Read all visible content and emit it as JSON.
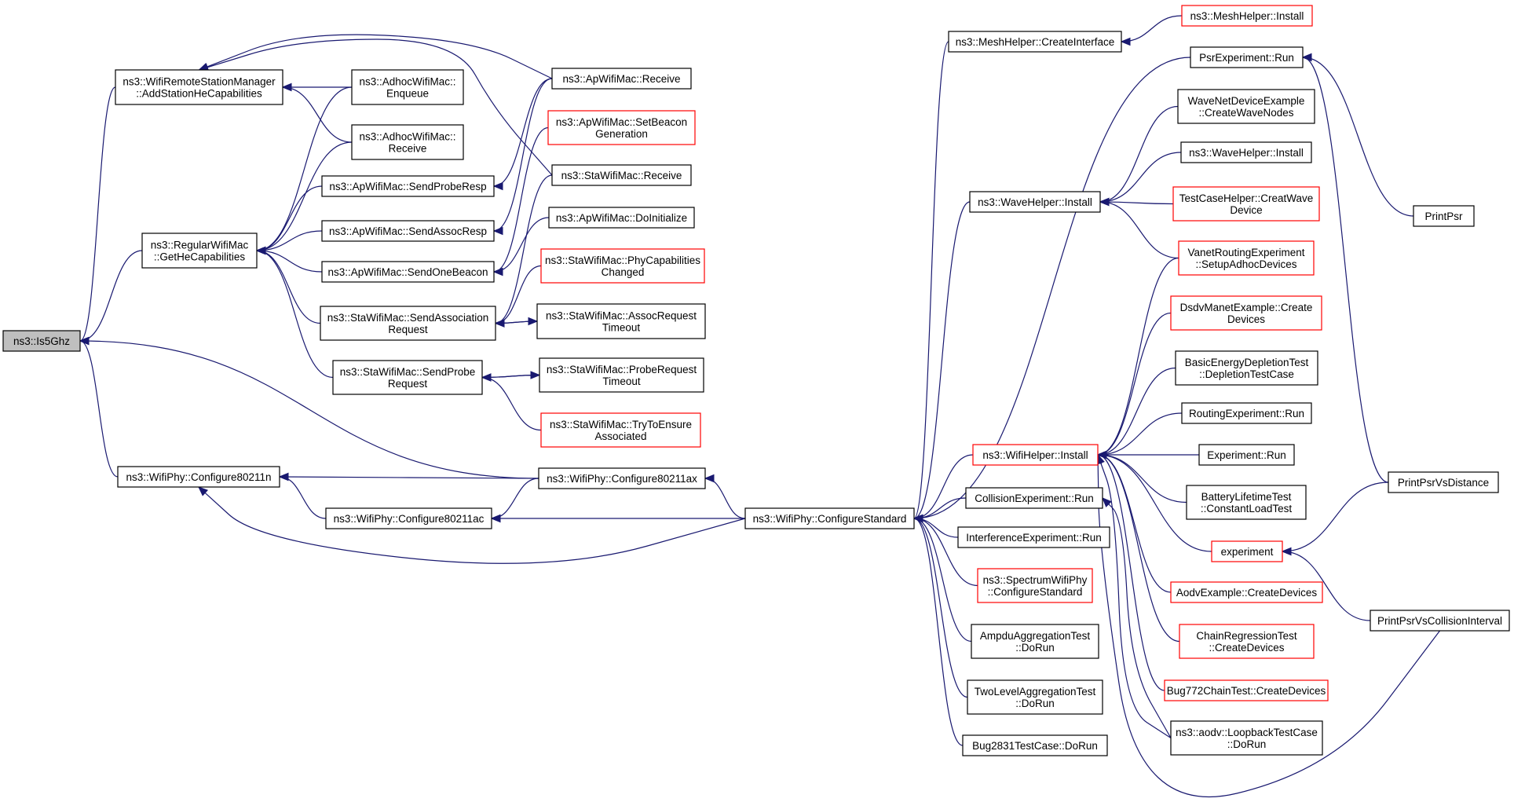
{
  "colors": {
    "edge": "#191970",
    "box_border": "#000000",
    "box_border_truncated": "#ff0000",
    "box_highlight_fill": "#bfbfbf",
    "background": "#ffffff"
  },
  "graph": {
    "root": "is5ghz",
    "nodes": [
      {
        "id": "is5ghz",
        "lines": [
          "ns3::Is5Ghz"
        ],
        "highlighted": true
      },
      {
        "id": "addstationhecap",
        "lines": [
          "ns3::WifiRemoteStationManager",
          "::AddStationHeCapabilities"
        ]
      },
      {
        "id": "regularwifimac_gethecap",
        "lines": [
          "ns3::RegularWifiMac",
          "::GetHeCapabilities"
        ]
      },
      {
        "id": "configure80211n",
        "lines": [
          "ns3::WifiPhy::Configure80211n"
        ]
      },
      {
        "id": "adhoc_enqueue",
        "lines": [
          "ns3::AdhocWifiMac::",
          "Enqueue"
        ]
      },
      {
        "id": "adhoc_receive",
        "lines": [
          "ns3::AdhocWifiMac::",
          "Receive"
        ]
      },
      {
        "id": "ap_sendproberesp",
        "lines": [
          "ns3::ApWifiMac::SendProbeResp"
        ]
      },
      {
        "id": "ap_sendassocresp",
        "lines": [
          "ns3::ApWifiMac::SendAssocResp"
        ]
      },
      {
        "id": "ap_sendonebeacon",
        "lines": [
          "ns3::ApWifiMac::SendOneBeacon"
        ]
      },
      {
        "id": "sta_sendassocreq",
        "lines": [
          "ns3::StaWifiMac::SendAssociation",
          "Request"
        ]
      },
      {
        "id": "sta_sendprobereq",
        "lines": [
          "ns3::StaWifiMac::SendProbe",
          "Request"
        ]
      },
      {
        "id": "configure80211ac",
        "lines": [
          "ns3::WifiPhy::Configure80211ac"
        ]
      },
      {
        "id": "ap_receive",
        "lines": [
          "ns3::ApWifiMac::Receive"
        ]
      },
      {
        "id": "ap_setbeacongen",
        "lines": [
          "ns3::ApWifiMac::SetBeacon",
          "Generation"
        ],
        "truncated": true
      },
      {
        "id": "sta_receive",
        "lines": [
          "ns3::StaWifiMac::Receive"
        ]
      },
      {
        "id": "ap_doinitialize",
        "lines": [
          "ns3::ApWifiMac::DoInitialize"
        ]
      },
      {
        "id": "sta_phycapchanged",
        "lines": [
          "ns3::StaWifiMac::PhyCapabilities",
          "Changed"
        ],
        "truncated": true
      },
      {
        "id": "sta_assocreqtimeout",
        "lines": [
          "ns3::StaWifiMac::AssocRequest",
          "Timeout"
        ]
      },
      {
        "id": "sta_probereqtimeout",
        "lines": [
          "ns3::StaWifiMac::ProbeRequest",
          "Timeout"
        ]
      },
      {
        "id": "sta_trytoensure",
        "lines": [
          "ns3::StaWifiMac::TryToEnsure",
          "Associated"
        ],
        "truncated": true
      },
      {
        "id": "configure80211ax",
        "lines": [
          "ns3::WifiPhy::Configure80211ax"
        ]
      },
      {
        "id": "configurestandard",
        "lines": [
          "ns3::WifiPhy::ConfigureStandard"
        ]
      },
      {
        "id": "meshhelper_createinterface",
        "lines": [
          "ns3::MeshHelper::CreateInterface"
        ]
      },
      {
        "id": "meshhelper_install",
        "lines": [
          "ns3::MeshHelper::Install"
        ],
        "truncated": true
      },
      {
        "id": "psrexperiment_run",
        "lines": [
          "PsrExperiment::Run"
        ]
      },
      {
        "id": "wavenetdevice_createwavenodes",
        "lines": [
          "WaveNetDeviceExample",
          "::CreateWaveNodes"
        ]
      },
      {
        "id": "wavehelper_install_right",
        "lines": [
          "ns3::WaveHelper::Install"
        ]
      },
      {
        "id": "wavehelper_install",
        "lines": [
          "ns3::WaveHelper::Install"
        ]
      },
      {
        "id": "testcasehelper_creatwavedevice",
        "lines": [
          "TestCaseHelper::CreatWave",
          "Device"
        ],
        "truncated": true
      },
      {
        "id": "vanetrouting_setupadhoc",
        "lines": [
          "VanetRoutingExperiment",
          "::SetupAdhocDevices"
        ],
        "truncated": true
      },
      {
        "id": "dsdvmanet_createdevices",
        "lines": [
          "DsdvManetExample::Create",
          "Devices"
        ],
        "truncated": true
      },
      {
        "id": "basicenergy_depletion",
        "lines": [
          "BasicEnergyDepletionTest",
          "::DepletionTestCase"
        ]
      },
      {
        "id": "routingexperiment_run",
        "lines": [
          "RoutingExperiment::Run"
        ]
      },
      {
        "id": "wifihelper_install",
        "lines": [
          "ns3::WifiHelper::Install"
        ],
        "truncated": true
      },
      {
        "id": "experiment_run",
        "lines": [
          "Experiment::Run"
        ]
      },
      {
        "id": "batterylifetime_constantload",
        "lines": [
          "BatteryLifetimeTest",
          "::ConstantLoadTest"
        ]
      },
      {
        "id": "collisionexperiment_run",
        "lines": [
          "CollisionExperiment::Run"
        ]
      },
      {
        "id": "interferenceexperiment_run",
        "lines": [
          "InterferenceExperiment::Run"
        ]
      },
      {
        "id": "spectrumwifiphy_configurestandard",
        "lines": [
          "ns3::SpectrumWifiPhy",
          "::ConfigureStandard"
        ],
        "truncated": true
      },
      {
        "id": "ampduaggregation_dorun",
        "lines": [
          "AmpduAggregationTest",
          "::DoRun"
        ]
      },
      {
        "id": "twolevelaggregation_dorun",
        "lines": [
          "TwoLevelAggregationTest",
          "::DoRun"
        ]
      },
      {
        "id": "bug2831_dorun",
        "lines": [
          "Bug2831TestCase::DoRun"
        ]
      },
      {
        "id": "experiment",
        "lines": [
          "experiment"
        ],
        "truncated": true
      },
      {
        "id": "aodvexample_createdevices",
        "lines": [
          "AodvExample::CreateDevices"
        ],
        "truncated": true
      },
      {
        "id": "chainregression_createdevices",
        "lines": [
          "ChainRegressionTest",
          "::CreateDevices"
        ],
        "truncated": true
      },
      {
        "id": "bug772chain_createdevices",
        "lines": [
          "Bug772ChainTest::CreateDevices"
        ],
        "truncated": true
      },
      {
        "id": "aodv_loopback_dorun",
        "lines": [
          "ns3::aodv::LoopbackTestCase",
          "::DoRun"
        ]
      },
      {
        "id": "printpsr",
        "lines": [
          "PrintPsr"
        ]
      },
      {
        "id": "printpsrvsdistance",
        "lines": [
          "PrintPsrVsDistance"
        ]
      },
      {
        "id": "printpsrvscollisioninterval",
        "lines": [
          "PrintPsrVsCollisionInterval"
        ]
      }
    ],
    "edges": [
      [
        "addstationhecap",
        "is5ghz"
      ],
      [
        "regularwifimac_gethecap",
        "is5ghz"
      ],
      [
        "configure80211n",
        "is5ghz"
      ],
      [
        "configure80211ax",
        "is5ghz"
      ],
      [
        "adhoc_enqueue",
        "addstationhecap"
      ],
      [
        "adhoc_receive",
        "addstationhecap"
      ],
      [
        "ap_receive",
        "addstationhecap"
      ],
      [
        "sta_receive",
        "addstationhecap"
      ],
      [
        "adhoc_enqueue",
        "regularwifimac_gethecap"
      ],
      [
        "adhoc_receive",
        "regularwifimac_gethecap"
      ],
      [
        "ap_sendproberesp",
        "regularwifimac_gethecap"
      ],
      [
        "ap_sendassocresp",
        "regularwifimac_gethecap"
      ],
      [
        "ap_sendonebeacon",
        "regularwifimac_gethecap"
      ],
      [
        "sta_sendassocreq",
        "regularwifimac_gethecap"
      ],
      [
        "sta_sendprobereq",
        "regularwifimac_gethecap"
      ],
      [
        "ap_receive",
        "ap_sendproberesp"
      ],
      [
        "ap_receive",
        "ap_sendassocresp"
      ],
      [
        "ap_setbeacongen",
        "ap_sendonebeacon"
      ],
      [
        "ap_doinitialize",
        "ap_sendonebeacon"
      ],
      [
        "sta_receive",
        "sta_sendassocreq"
      ],
      [
        "sta_phycapchanged",
        "sta_sendassocreq"
      ],
      [
        "sta_assocreqtimeout",
        "sta_sendassocreq"
      ],
      [
        "sta_sendassocreq",
        "sta_assocreqtimeout"
      ],
      [
        "sta_probereqtimeout",
        "sta_sendprobereq"
      ],
      [
        "sta_sendprobereq",
        "sta_probereqtimeout"
      ],
      [
        "sta_trytoensure",
        "sta_sendprobereq"
      ],
      [
        "configure80211ax",
        "configure80211n"
      ],
      [
        "configure80211ac",
        "configure80211n"
      ],
      [
        "configurestandard",
        "configure80211n"
      ],
      [
        "configure80211ax",
        "configure80211ac"
      ],
      [
        "configurestandard",
        "configure80211ac"
      ],
      [
        "configurestandard",
        "configure80211ax"
      ],
      [
        "meshhelper_createinterface",
        "configurestandard"
      ],
      [
        "psrexperiment_run",
        "configurestandard"
      ],
      [
        "wavehelper_install",
        "configurestandard"
      ],
      [
        "wifihelper_install",
        "configurestandard"
      ],
      [
        "collisionexperiment_run",
        "configurestandard"
      ],
      [
        "interferenceexperiment_run",
        "configurestandard"
      ],
      [
        "spectrumwifiphy_configurestandard",
        "configurestandard"
      ],
      [
        "ampduaggregation_dorun",
        "configurestandard"
      ],
      [
        "twolevelaggregation_dorun",
        "configurestandard"
      ],
      [
        "bug2831_dorun",
        "configurestandard"
      ],
      [
        "meshhelper_install",
        "meshhelper_createinterface"
      ],
      [
        "wavenetdevice_createwavenodes",
        "wavehelper_install"
      ],
      [
        "wavehelper_install_right",
        "wavehelper_install"
      ],
      [
        "testcasehelper_creatwavedevice",
        "wavehelper_install"
      ],
      [
        "vanetrouting_setupadhoc",
        "wavehelper_install"
      ],
      [
        "vanetrouting_setupadhoc",
        "wifihelper_install"
      ],
      [
        "dsdvmanet_createdevices",
        "wifihelper_install"
      ],
      [
        "basicenergy_depletion",
        "wifihelper_install"
      ],
      [
        "routingexperiment_run",
        "wifihelper_install"
      ],
      [
        "experiment_run",
        "wifihelper_install"
      ],
      [
        "batterylifetime_constantload",
        "wifihelper_install"
      ],
      [
        "experiment",
        "wifihelper_install"
      ],
      [
        "aodvexample_createdevices",
        "wifihelper_install"
      ],
      [
        "chainregression_createdevices",
        "wifihelper_install"
      ],
      [
        "bug772chain_createdevices",
        "wifihelper_install"
      ],
      [
        "aodv_loopback_dorun",
        "wifihelper_install"
      ],
      [
        "printpsrvscollisioninterval",
        "wifihelper_install"
      ],
      [
        "aodv_loopback_dorun",
        "collisionexperiment_run"
      ],
      [
        "printpsr",
        "psrexperiment_run"
      ],
      [
        "printpsrvsdistance",
        "psrexperiment_run"
      ],
      [
        "printpsrvsdistance",
        "experiment"
      ],
      [
        "printpsrvscollisioninterval",
        "experiment"
      ]
    ]
  }
}
